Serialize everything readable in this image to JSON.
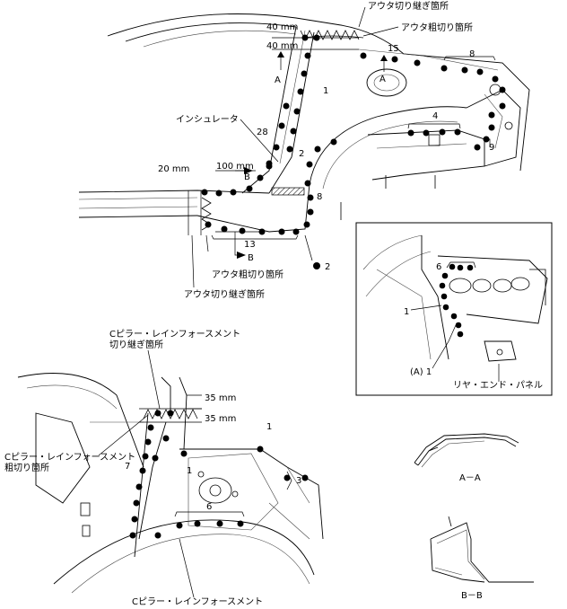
{
  "top": {
    "labels": {
      "outer_splice": "アウタ切り継ぎ箇所",
      "outer_rough": "アウタ粗切り箇所",
      "insulator": "インシュレータ",
      "outer_rough_bottom": "アウタ粗切り箇所",
      "outer_splice_bottom": "アウタ切り継ぎ箇所"
    },
    "dims": {
      "d40a": "40 mm",
      "d40b": "40 mm",
      "d100": "100 mm",
      "d20": "20 mm"
    },
    "section_marks": {
      "a_left": "A",
      "a_right": "A",
      "b_upper": "B",
      "b_lower": "B"
    },
    "counts": {
      "n15": "15",
      "n8_top": "8",
      "n1": "1",
      "n28": "28",
      "n2": "2",
      "n4": "4",
      "n9": "9",
      "n8_mid": "8",
      "n13": "13",
      "n2_legend": "2"
    }
  },
  "inset": {
    "label": "リヤ・エンド・パネル",
    "counts": {
      "n6": "6",
      "n1": "1",
      "a1": "(A) 1"
    }
  },
  "bottom": {
    "labels": {
      "c_splice": [
        "Cピラー・レインフォースメント",
        "切り継ぎ箇所"
      ],
      "c_rough": [
        "Cピラー・レインフォースメント",
        "粗切り箇所"
      ],
      "c_reinf": "Cピラー・レインフォースメント"
    },
    "dims": {
      "d35a": "35 mm",
      "d35b": "35 mm"
    },
    "counts": {
      "n1a": "1",
      "n1b": "1",
      "n7": "7",
      "n3": "3",
      "n6": "6"
    }
  },
  "sections": {
    "aa": "A－A",
    "bb": "B－B"
  }
}
